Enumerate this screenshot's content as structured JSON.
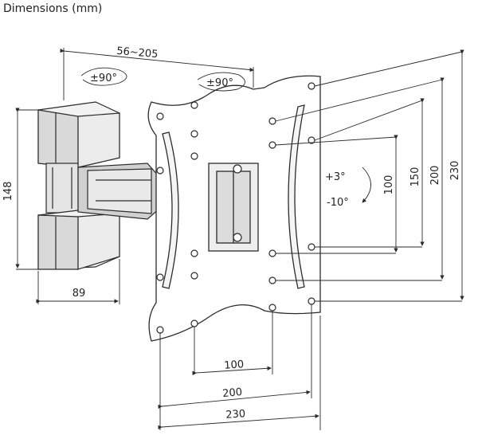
{
  "header": {
    "title": "Dimensions (mm)"
  },
  "dimensions": {
    "arm_extension": "56~205",
    "swivel_left": "±90°",
    "swivel_right": "±90°",
    "tilt_up": "+3°",
    "tilt_down": "-10°",
    "wall_plate_height": "148",
    "wall_plate_width": "89",
    "vesa_v_100": "100",
    "vesa_v_150": "150",
    "vesa_v_200": "200",
    "vesa_v_230": "230",
    "vesa_h_100": "100",
    "vesa_h_200": "200",
    "vesa_h_230": "230"
  },
  "colors": {
    "line": "#2b2b2b",
    "fill_light": "#f2f2f2",
    "fill_mid": "#d9d9d9",
    "fill_dark": "#bdbdbd"
  }
}
